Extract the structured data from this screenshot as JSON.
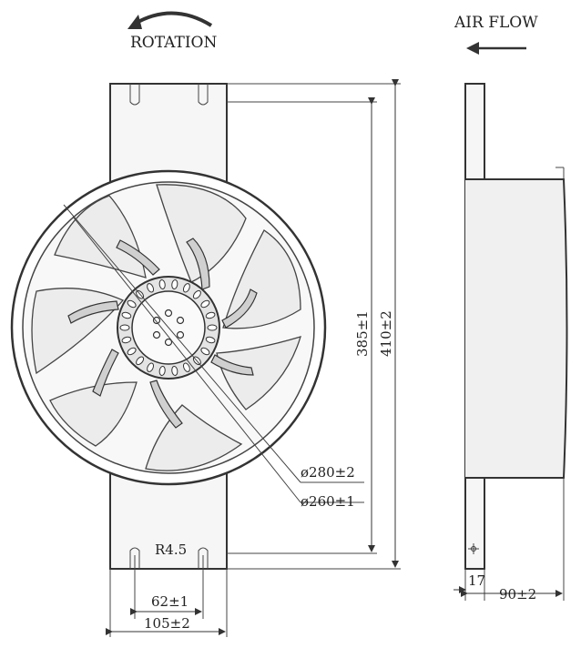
{
  "labels": {
    "rotation": "ROTATION",
    "air_flow": "AIR FLOW",
    "dia_outer": "ø280±2",
    "dia_inner": "ø260±1",
    "height_inner": "385±1",
    "height_outer": "410±2",
    "radius": "R4.5",
    "slot_spacing": "62±1",
    "frame_width": "105±2",
    "flange_thickness": "17",
    "depth": "90±2"
  },
  "colors": {
    "line": "#333333",
    "fill": "#f2f2f2"
  }
}
